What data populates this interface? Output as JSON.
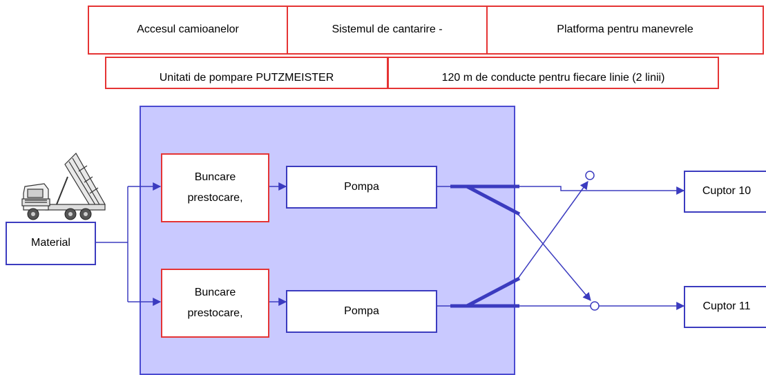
{
  "top_boxes": [
    "Accesul camioanelor",
    "Sistemul de cantarire -",
    "Platforma pentru manevrele"
  ],
  "second_row": [
    "Unitati de pompare PUTZMEISTER",
    "120 m de conducte pentru fiecare linie (2 linii)"
  ],
  "material": "Material",
  "hoppers": [
    "Buncare prestocare,",
    "Buncare prestocare,"
  ],
  "pumps": [
    "Pompa",
    "Pompa"
  ],
  "kilns": [
    "Cuptor 10",
    "Cuptor 11"
  ],
  "colors": {
    "red_border": "#e53333",
    "blue_line": "#3b3bbf",
    "plant_area": "#c9c9ff"
  },
  "icons": [
    "dump-truck-icon"
  ]
}
